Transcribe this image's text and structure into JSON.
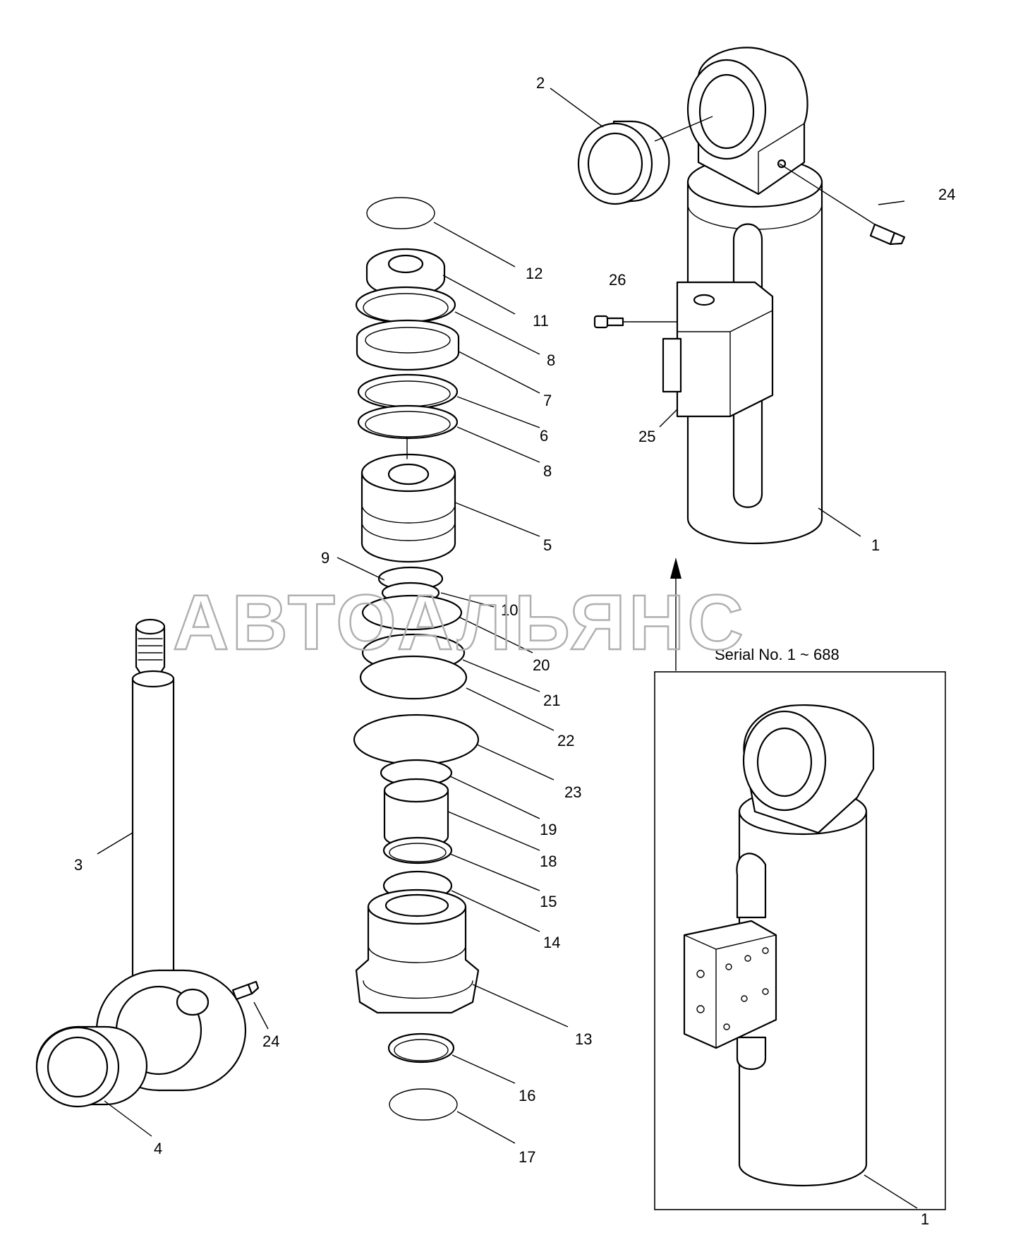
{
  "watermark": "АВТОАЛЬЯНС",
  "inset": {
    "caption": "Serial No. 1 ~ 688"
  },
  "callouts": {
    "c1": "1",
    "c2": "2",
    "c3": "3",
    "c4": "4",
    "c5": "5",
    "c6": "6",
    "c7": "7",
    "c8a": "8",
    "c8b": "8",
    "c9": "9",
    "c10": "10",
    "c11": "11",
    "c12": "12",
    "c13": "13",
    "c14": "14",
    "c15": "15",
    "c16": "16",
    "c17": "17",
    "c18": "18",
    "c19": "19",
    "c20": "20",
    "c21": "21",
    "c22": "22",
    "c23": "23",
    "c24a": "24",
    "c24b": "24",
    "c25": "25",
    "c26": "26",
    "c1b": "1"
  },
  "colors": {
    "line": "#000000",
    "watermark": "#b0b0b0",
    "background": "#ffffff"
  }
}
